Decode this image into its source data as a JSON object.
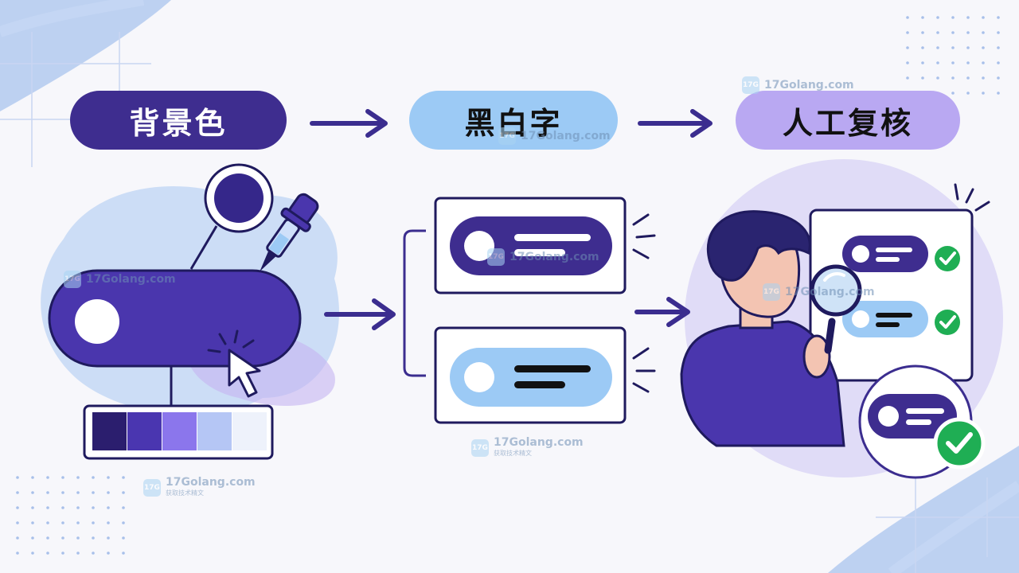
{
  "steps": [
    {
      "label": "背景色",
      "bg": "#3e2d8f",
      "fg": "#ffffff"
    },
    {
      "label": "黑白字",
      "bg": "#9ccaf5",
      "fg": "#111111"
    },
    {
      "label": "人工复核",
      "bg": "#b9a8f2",
      "fg": "#111111"
    }
  ],
  "palette": [
    "#2b1e6e",
    "#4a36b0",
    "#8b76ec",
    "#b5c6f5",
    "#eef2fb"
  ],
  "colors": {
    "navy": "#1f1a5e",
    "purple": "#3e2d8f",
    "light_blue": "#9ccaf5",
    "lavender": "#b9a8f2",
    "check_green": "#1fae54",
    "skin": "#f3c4b2"
  },
  "watermark": {
    "text": "17Golang.com",
    "sub": "获取技术精文",
    "badge": "17G",
    "color": "#6e8fb5"
  },
  "icons": [
    "color-swatch-icon",
    "eyedropper-icon",
    "pointer-cursor-icon",
    "magnifier-icon",
    "check-icon"
  ]
}
